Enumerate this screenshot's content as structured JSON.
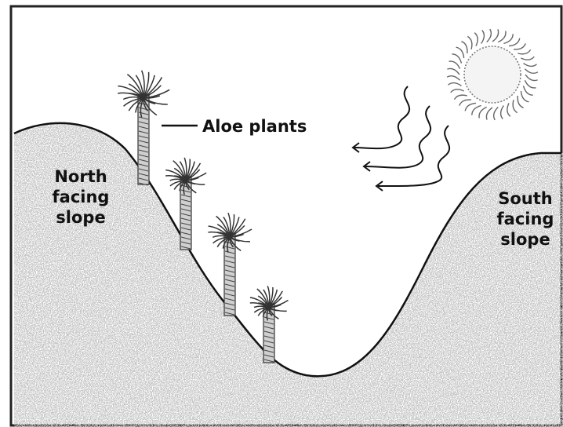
{
  "figure": {
    "labels": {
      "aloe_plants": "Aloe plants",
      "north_slope": [
        "North",
        "facing",
        "slope"
      ],
      "south_slope": [
        "South",
        "facing",
        "slope"
      ]
    },
    "icons": {
      "sun": "sun-icon",
      "heat_rays": "wavy-arrow-icon",
      "plants": "aloe-plant-icon"
    },
    "colors": {
      "ink": "#111111",
      "ground_speckle": "#9a9a9a",
      "background": "#ffffff"
    }
  }
}
